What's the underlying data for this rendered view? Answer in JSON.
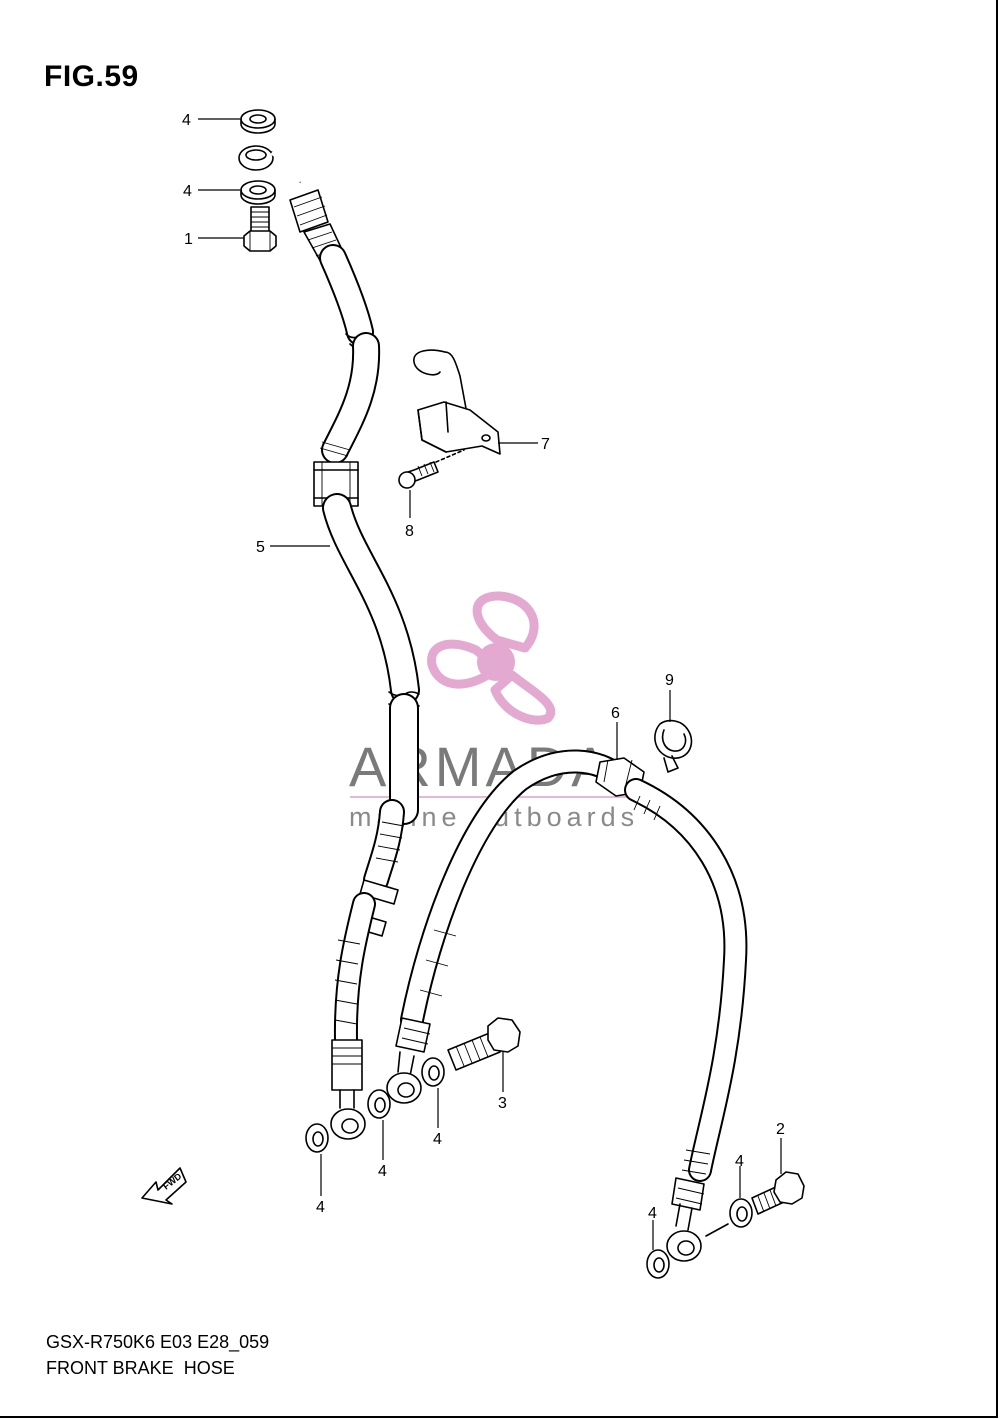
{
  "figure": {
    "title": "FIG.59",
    "code": "GSX-R750K6 E03 E28_059",
    "name": "FRONT BRAKE  HOSE"
  },
  "callouts": [
    {
      "id": "c4a",
      "label": "4"
    },
    {
      "id": "c4b",
      "label": "4"
    },
    {
      "id": "c1",
      "label": "1"
    },
    {
      "id": "c7",
      "label": "7"
    },
    {
      "id": "c8",
      "label": "8"
    },
    {
      "id": "c5",
      "label": "5"
    },
    {
      "id": "c9",
      "label": "9"
    },
    {
      "id": "c6",
      "label": "6"
    },
    {
      "id": "c3",
      "label": "3"
    },
    {
      "id": "c4c",
      "label": "4"
    },
    {
      "id": "c4d",
      "label": "4"
    },
    {
      "id": "c4e",
      "label": "4"
    },
    {
      "id": "c2",
      "label": "2"
    },
    {
      "id": "c4f",
      "label": "4"
    },
    {
      "id": "c4g",
      "label": "4"
    }
  ],
  "direction_arrow": {
    "label": "FWD",
    "icon": "fwd-arrow-icon"
  },
  "watermark": {
    "brand": "ARMADA",
    "tagline": "marine outboards",
    "logo_icon": "propeller-logo-icon",
    "logo_color": "#e4a9d0",
    "text_color": "#7a7a7a"
  }
}
